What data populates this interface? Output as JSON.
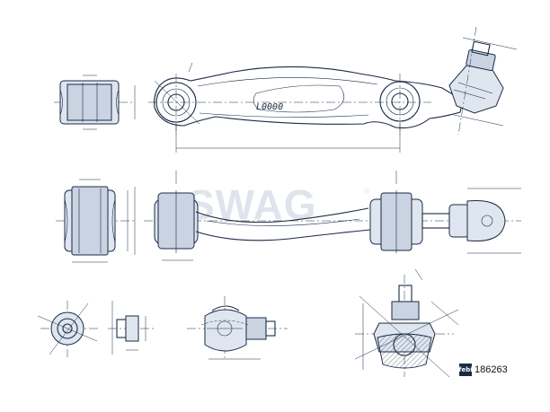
{
  "brand": {
    "watermark": "SWAG",
    "registered_mark": "®",
    "badge_text": "febi"
  },
  "part": {
    "number": "186263",
    "arm_marking": "L0000"
  },
  "icons": {
    "brand_badge": "febi-badge-icon"
  }
}
